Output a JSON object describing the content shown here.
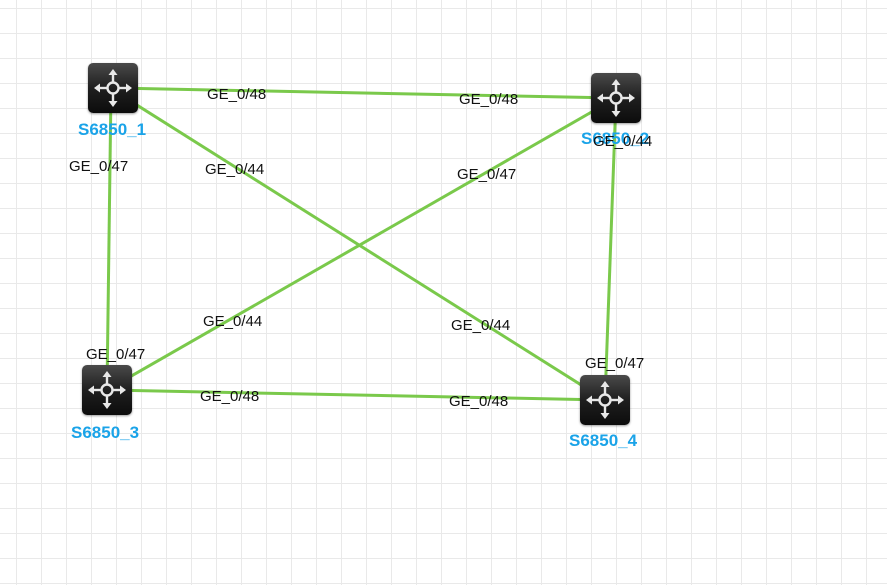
{
  "colors": {
    "link": "#7ac94b",
    "device_name": "#1aa3e8",
    "port_label": "#111111"
  },
  "devices": [
    {
      "id": "s1",
      "name": "S6850_1",
      "icon": "switch-icon"
    },
    {
      "id": "s2",
      "name": "S6850_2",
      "icon": "switch-icon"
    },
    {
      "id": "s3",
      "name": "S6850_3",
      "icon": "switch-icon"
    },
    {
      "id": "s4",
      "name": "S6850_4",
      "icon": "switch-icon"
    }
  ],
  "links": [
    {
      "from": "s1",
      "to": "s2",
      "from_port": "GE_0/48",
      "to_port": "GE_0/48"
    },
    {
      "from": "s1",
      "to": "s3",
      "from_port": "GE_0/47",
      "to_port": "GE_0/47"
    },
    {
      "from": "s1",
      "to": "s4",
      "from_port": "GE_0/44",
      "to_port": "GE_0/44"
    },
    {
      "from": "s2",
      "to": "s3",
      "from_port": "GE_0/47",
      "to_port": "GE_0/44"
    },
    {
      "from": "s2",
      "to": "s4",
      "from_port": "GE_0/44",
      "to_port": "GE_0/47"
    },
    {
      "from": "s3",
      "to": "s4",
      "from_port": "GE_0/48",
      "to_port": "GE_0/48"
    }
  ]
}
